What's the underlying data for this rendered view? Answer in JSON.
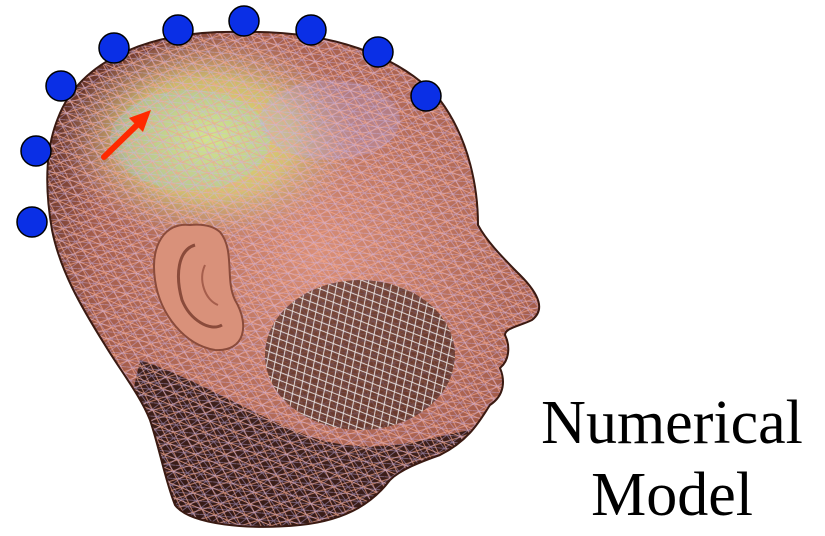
{
  "caption": {
    "line1": "Numerical",
    "line2": "Model"
  },
  "figure": {
    "head_icon": "wireframe-head-mesh",
    "electrode_color": "#0a2fe6",
    "electrode_outline": "#000000",
    "arrow_color": "#ff2a00",
    "mesh_colors": {
      "skin": "#e39a7f",
      "brain": "#e8e05a",
      "cyan": "#7fe6ee",
      "lavender": "#b6a8e8",
      "dark": "#2a1410"
    },
    "electrode_count": 9
  }
}
